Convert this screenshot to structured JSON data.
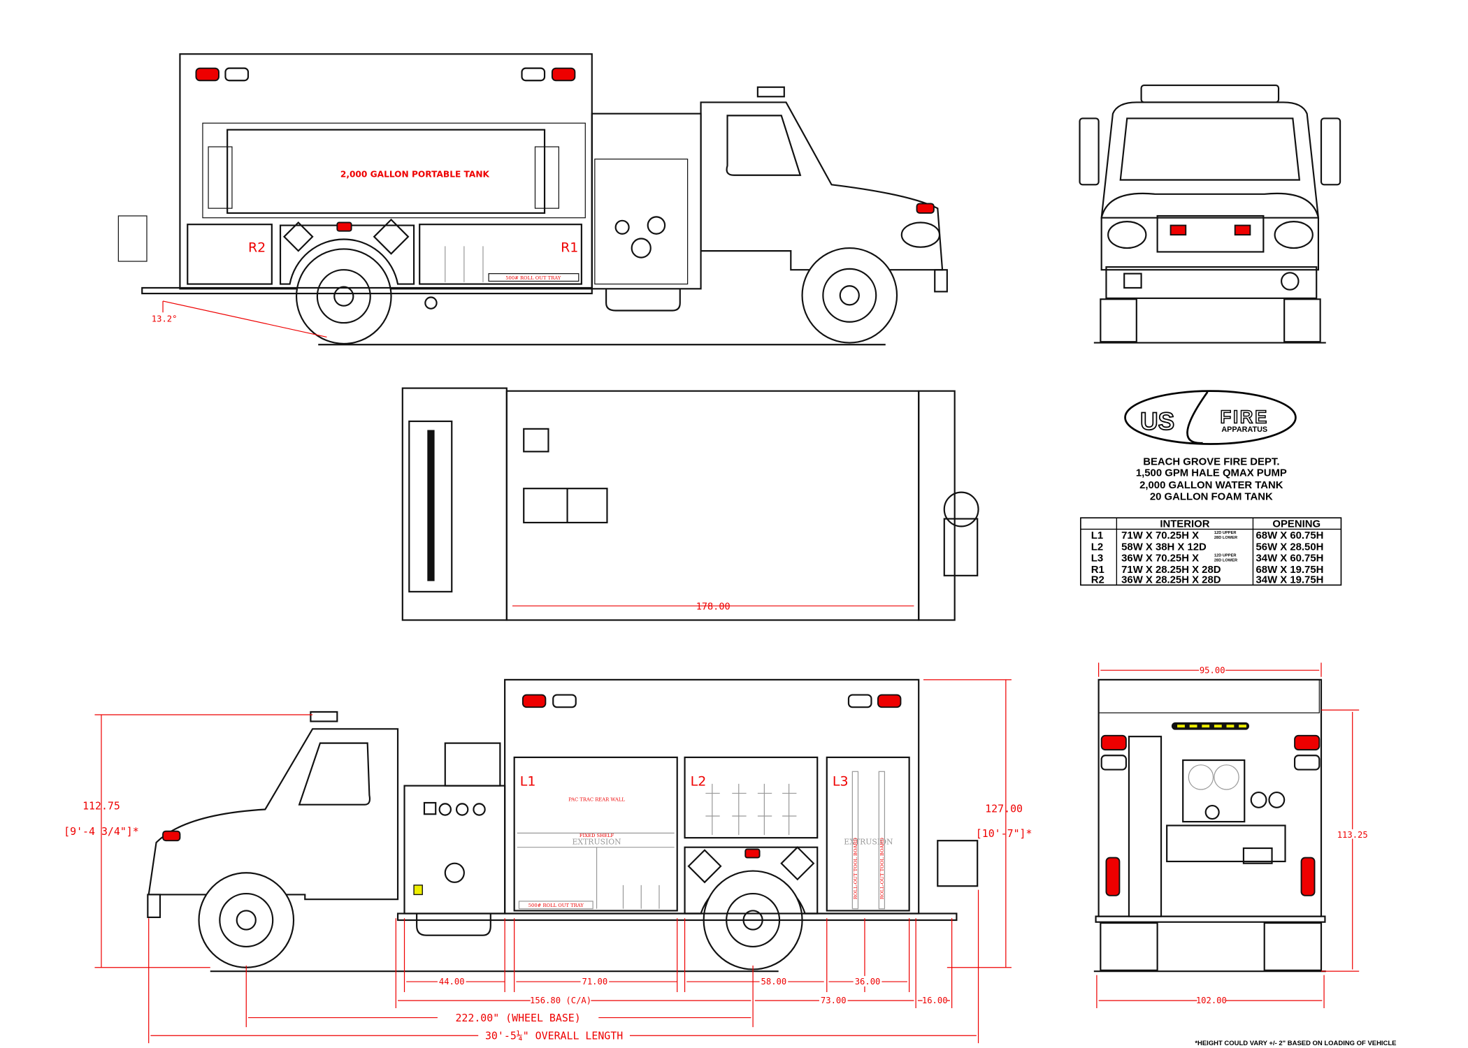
{
  "title_block": {
    "logo": {
      "us": "US",
      "fire": "FIRE",
      "apparatus": "APPARATUS"
    },
    "lines": [
      "BEACH GROVE FIRE DEPT.",
      "1,500 GPM HALE QMAX PUMP",
      "2,000 GALLON WATER TANK",
      "20 GALLON FOAM TANK"
    ]
  },
  "compartment_table": {
    "headers": [
      "",
      "INTERIOR",
      "OPENING"
    ],
    "rows": [
      {
        "id": "L1",
        "interior": "71W X 70.25H X",
        "depth_upper": "12D UPPER",
        "depth_lower": "28D LOWER",
        "opening": "68W X 60.75H"
      },
      {
        "id": "L2",
        "interior": "58W X 38H X 12D",
        "opening": "56W X 28.50H"
      },
      {
        "id": "L3",
        "interior": "36W X 70.25H X",
        "depth_upper": "12D UPPER",
        "depth_lower": "28D LOWER",
        "opening": "34W X 60.75H"
      },
      {
        "id": "R1",
        "interior": "71W X 28.25H X 28D",
        "opening": "68W X 19.75H"
      },
      {
        "id": "R2",
        "interior": "36W X 28.25H X 28D",
        "opening": "34W X 19.75H"
      }
    ]
  },
  "right_side_view": {
    "tank_label": "2,000 GALLON PORTABLE TANK",
    "compartments": [
      "R2",
      "R1"
    ],
    "tray_label": "500# ROLL OUT TRAY",
    "departure_angle": "13.2°"
  },
  "top_view": {
    "body_length": "178.00"
  },
  "left_side_view": {
    "compartments": [
      "L1",
      "L2",
      "L3"
    ],
    "l1_wall_label": "PAC TRAC REAR WALL",
    "fixed_shelf_label": "FIXED SHELF",
    "extrusion_label": "EXTRUSION",
    "tray_label": "500# ROLL OUT TRAY",
    "tool_board_label": "ROLL-OUT TOOL BOARD",
    "height_cab": "112.75",
    "height_cab_ft": "[9'-4 3/4\"]*",
    "height_body": "127.00",
    "height_body_ft": "[10'-7\"]*",
    "dims_row1": [
      "44.00",
      "71.00",
      "58.00",
      "36.00"
    ],
    "dims_row2": [
      "156.80 (C/A)",
      "73.00",
      "16.00"
    ],
    "wheel_base": "222.00\" (WHEEL BASE)",
    "overall_length": "30'-5¼\" OVERALL LENGTH"
  },
  "rear_view": {
    "body_width": "95.00",
    "body_height": "113.25",
    "overall_width": "102.00"
  },
  "footnote": "*HEIGHT COULD VARY +/- 2\" BASED ON LOADING OF VEHICLE",
  "colors": {
    "dimension": "#e00000",
    "line": "#111111",
    "warning_light": "#e00000"
  }
}
